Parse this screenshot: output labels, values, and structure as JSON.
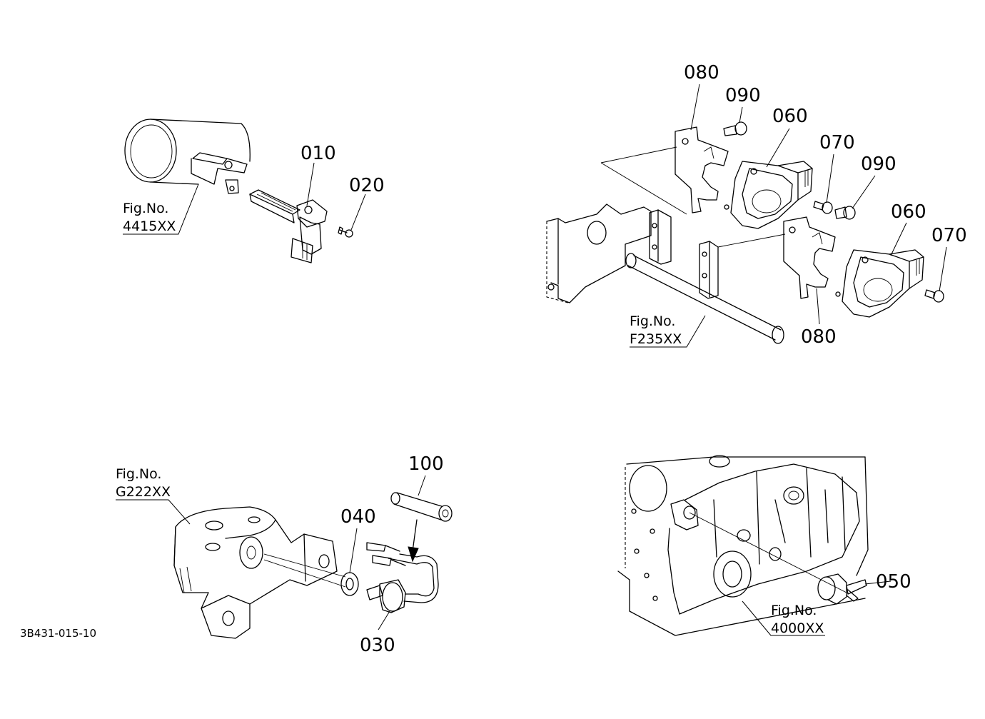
{
  "drawing_number": "3B431-015-10",
  "part_labels": [
    {
      "id": "p010",
      "text": "010"
    },
    {
      "id": "p020",
      "text": "020"
    },
    {
      "id": "p030",
      "text": "030"
    },
    {
      "id": "p040",
      "text": "040"
    },
    {
      "id": "p050",
      "text": "050"
    },
    {
      "id": "p060a",
      "text": "060"
    },
    {
      "id": "p060b",
      "text": "060"
    },
    {
      "id": "p070a",
      "text": "070"
    },
    {
      "id": "p070b",
      "text": "070"
    },
    {
      "id": "p080a",
      "text": "080"
    },
    {
      "id": "p080b",
      "text": "080"
    },
    {
      "id": "p090a",
      "text": "090"
    },
    {
      "id": "p090b",
      "text": "090"
    },
    {
      "id": "p100",
      "text": "100"
    }
  ],
  "figure_refs": [
    {
      "id": "fig4415",
      "label": "Fig.No.",
      "number": "4415XX"
    },
    {
      "id": "figF235",
      "label": "Fig.No.",
      "number": "F235XX"
    },
    {
      "id": "figG222",
      "label": "Fig.No.",
      "number": "G222XX"
    },
    {
      "id": "fig4000",
      "label": "Fig.No.",
      "number": "4000XX"
    }
  ]
}
